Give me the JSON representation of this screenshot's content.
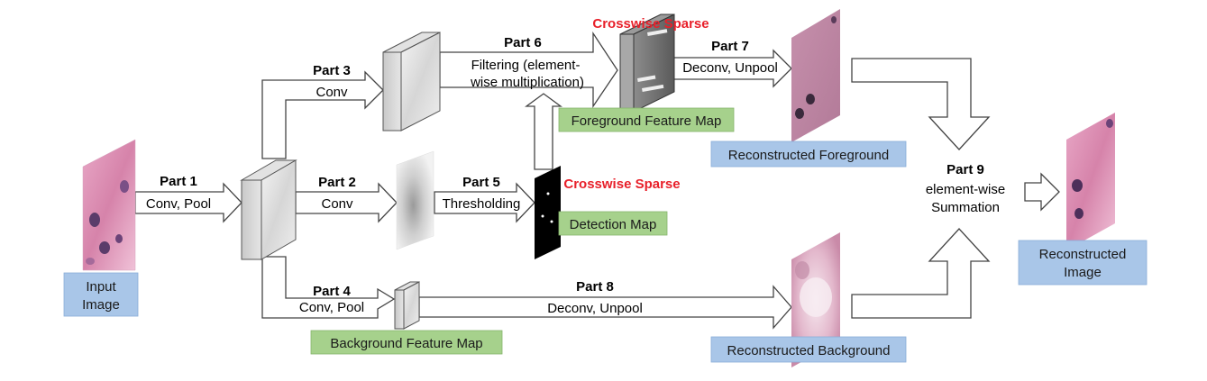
{
  "colors": {
    "green_box": "#a6d18c",
    "blue_box": "#a9c6e8",
    "red_text": "#e8202a",
    "tissue": "#d87aa5"
  },
  "input": {
    "label_line1": "Input",
    "label_line2": "Image"
  },
  "parts": {
    "p1": {
      "title": "Part 1",
      "desc": "Conv, Pool"
    },
    "p2": {
      "title": "Part 2",
      "desc": "Conv"
    },
    "p3": {
      "title": "Part 3",
      "desc": "Conv"
    },
    "p4": {
      "title": "Part 4",
      "desc": "Conv, Pool"
    },
    "p5": {
      "title": "Part 5",
      "desc": "Thresholding"
    },
    "p6": {
      "title": "Part 6",
      "desc_line1": "Filtering (element-",
      "desc_line2": "wise multiplication)"
    },
    "p7": {
      "title": "Part 7",
      "desc": "Deconv, Unpool"
    },
    "p8": {
      "title": "Part 8",
      "desc": "Deconv, Unpool"
    },
    "p9": {
      "title": "Part 9",
      "desc_line1": "element-wise",
      "desc_line2": "Summation"
    }
  },
  "sparse": {
    "top": "Crosswise Sparse",
    "mid": "Crosswise Sparse"
  },
  "maps": {
    "foreground": "Foreground Feature Map",
    "detection": "Detection Map",
    "background": "Background Feature Map"
  },
  "outputs": {
    "rec_foreground": "Reconstructed Foreground",
    "rec_background": "Reconstructed Background",
    "rec_image_line1": "Reconstructed",
    "rec_image_line2": "Image"
  }
}
